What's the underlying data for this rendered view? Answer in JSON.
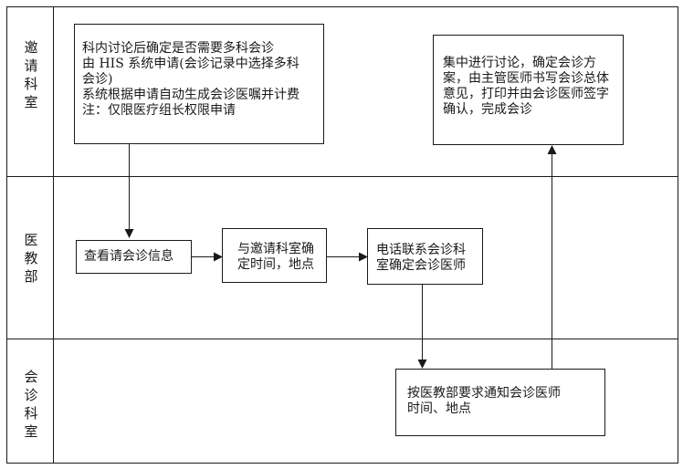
{
  "lanes": [
    {
      "label": "邀请科室"
    },
    {
      "label": "医教部"
    },
    {
      "label": "会诊科室"
    }
  ],
  "boxes": {
    "request": {
      "lines": [
        "科内讨论后确定是否需要多科会诊",
        "由 HIS 系统申请(会诊记录中选择多科",
        "会诊)",
        "系统根据申请自动生成会诊医嘱并计费",
        "注：仅限医疗组长权限申请"
      ]
    },
    "discuss": {
      "lines": [
        "集中进行讨论，确定会诊方",
        "案，由主管医师书写会诊总体",
        "意见，打印并由会诊医师签字",
        "确认，完成会诊"
      ]
    },
    "view_info": {
      "lines": [
        "查看请会诊信息"
      ]
    },
    "set_time": {
      "lines": [
        "与邀请科室确",
        "定时间，地点"
      ]
    },
    "phone": {
      "lines": [
        "电话联系会诊科",
        "室确定会诊医师"
      ]
    },
    "notify": {
      "lines": [
        "按医教部要求通知会诊医师",
        "时间、地点"
      ]
    }
  },
  "colors": {
    "line": "#1a1a1a",
    "background": "#ffffff"
  }
}
